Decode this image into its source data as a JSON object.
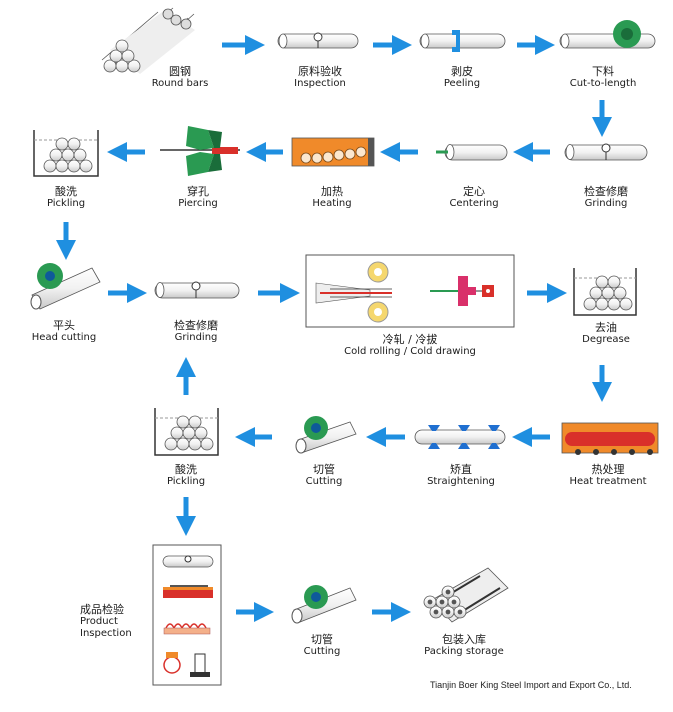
{
  "steps": [
    {
      "zh": "圆钢",
      "en": "Round bars"
    },
    {
      "zh": "原料验收",
      "en": "Inspection"
    },
    {
      "zh": "剥皮",
      "en": "Peeling"
    },
    {
      "zh": "下料",
      "en": "Cut-to-length"
    },
    {
      "zh": "检查修磨",
      "en": "Grinding"
    },
    {
      "zh": "定心",
      "en": "Centering"
    },
    {
      "zh": "加热",
      "en": "Heating"
    },
    {
      "zh": "穿孔",
      "en": "Piercing"
    },
    {
      "zh": "酸洗",
      "en": "Pickling"
    },
    {
      "zh": "平头",
      "en": "Head cutting"
    },
    {
      "zh": "检查修磨",
      "en": "Grinding"
    },
    {
      "zh": "冷轧 / 冷拔",
      "en": "Cold rolling / Cold drawing"
    },
    {
      "zh": "去油",
      "en": "Degrease"
    },
    {
      "zh": "热处理",
      "en": "Heat treatment"
    },
    {
      "zh": "矫直",
      "en": "Straightening"
    },
    {
      "zh": "切管",
      "en": "Cutting"
    },
    {
      "zh": "酸洗",
      "en": "Pickling"
    },
    {
      "zh": "成品检验",
      "en": "Product Inspection"
    },
    {
      "zh": "切管",
      "en": "Cutting"
    },
    {
      "zh": "包装入库",
      "en": "Packing storage"
    }
  ],
  "footer": "Tianjin Boer King Steel Import and Export Co., Ltd.",
  "colors": {
    "arrow": "#1f8fe0",
    "green": "#2a9a52",
    "red": "#d9302a",
    "heat": "#f08a2a",
    "tube": "#f4f4f4",
    "outline": "#555555"
  }
}
